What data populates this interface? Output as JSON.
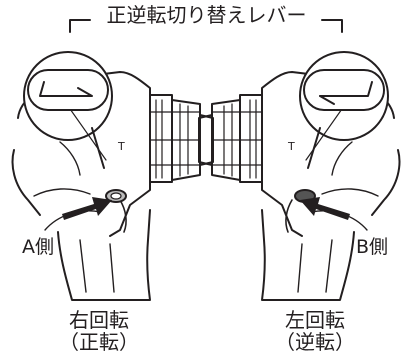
{
  "title": "正逆転切り替えレバー",
  "left": {
    "side_label": "A側",
    "direction": "右回転",
    "mode": "（正転）"
  },
  "right": {
    "side_label": "B側",
    "direction": "左回転",
    "mode": "（逆転）"
  },
  "colors": {
    "line": "#231f20",
    "fill": "#ffffff",
    "lever": "#555555"
  },
  "icons": [
    "drill-illustration-left",
    "drill-illustration-right",
    "lever-detail-icon",
    "push-arrow-icon"
  ]
}
